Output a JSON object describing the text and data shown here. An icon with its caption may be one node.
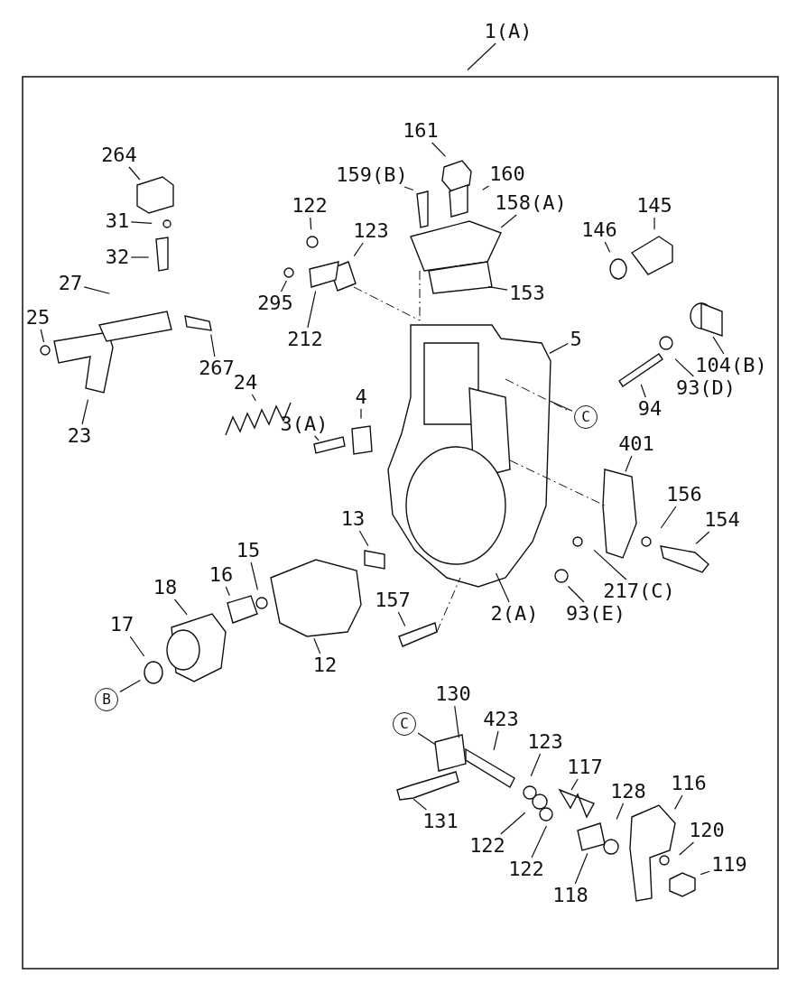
{
  "diagram": {
    "nodes": [
      {
        "text": [
          "1(A)"
        ]
      },
      {
        "text": [
          "161"
        ]
      },
      {
        "text": [
          "264"
        ]
      },
      {
        "text": [
          "159(B)"
        ]
      },
      {
        "text": [
          "160"
        ]
      },
      {
        "text": [
          "122"
        ]
      },
      {
        "text": [
          "145"
        ]
      },
      {
        "text": [
          "158(A)"
        ]
      },
      {
        "text": [
          "31"
        ]
      },
      {
        "text": [
          "123"
        ]
      },
      {
        "text": [
          "146"
        ]
      },
      {
        "text": [
          "32"
        ]
      },
      {
        "text": [
          "27"
        ]
      },
      {
        "text": [
          "153"
        ]
      },
      {
        "text": [
          "295"
        ]
      },
      {
        "text": [
          "25"
        ]
      },
      {
        "text": [
          "212"
        ]
      },
      {
        "text": [
          "5"
        ]
      },
      {
        "text": [
          "104(B)"
        ]
      },
      {
        "text": [
          "267"
        ]
      },
      {
        "text": [
          "93(D)"
        ]
      },
      {
        "text": [
          "24"
        ]
      },
      {
        "text": [
          "4"
        ]
      },
      {
        "text": [
          "94"
        ]
      },
      {
        "text": [
          "C"
        ]
      },
      {
        "text": [
          "3(A)"
        ]
      },
      {
        "text": [
          "23"
        ]
      },
      {
        "text": [
          "401"
        ]
      },
      {
        "text": [
          "156"
        ]
      },
      {
        "text": [
          "13"
        ]
      },
      {
        "text": [
          "154"
        ]
      },
      {
        "text": [
          "15"
        ]
      },
      {
        "text": [
          "16"
        ]
      },
      {
        "text": [
          "18"
        ]
      },
      {
        "text": [
          "217(C)"
        ]
      },
      {
        "text": [
          "157"
        ]
      },
      {
        "text": [
          "2(A)"
        ]
      },
      {
        "text": [
          "93(E)"
        ]
      },
      {
        "text": [
          "17"
        ]
      },
      {
        "text": [
          "12"
        ]
      },
      {
        "text": [
          "130"
        ]
      },
      {
        "text": [
          "B"
        ]
      },
      {
        "text": [
          "423"
        ]
      },
      {
        "text": [
          "C"
        ]
      },
      {
        "text": [
          "123"
        ]
      },
      {
        "text": [
          "117"
        ]
      },
      {
        "text": [
          "116"
        ]
      },
      {
        "text": [
          "128"
        ]
      },
      {
        "text": [
          "131"
        ]
      },
      {
        "text": [
          "120"
        ]
      },
      {
        "text": [
          "122"
        ]
      },
      {
        "text": [
          "119"
        ]
      },
      {
        "text": [
          "122"
        ]
      },
      {
        "text": [
          "118"
        ]
      }
    ],
    "edges": [
      {
        "from": 0,
        "to": null,
        "arrow": "none"
      },
      {
        "from": 1,
        "to": null,
        "arrow": "none"
      },
      {
        "from": 2,
        "to": null,
        "arrow": "none"
      },
      {
        "from": 3,
        "to": null,
        "arrow": "none"
      },
      {
        "from": 4,
        "to": null,
        "arrow": "none"
      },
      {
        "from": 5,
        "to": null,
        "arrow": "none"
      },
      {
        "from": 6,
        "to": null,
        "arrow": "none"
      },
      {
        "from": 7,
        "to": null,
        "arrow": "none"
      },
      {
        "from": 8,
        "to": null,
        "arrow": "none"
      },
      {
        "from": 9,
        "to": null,
        "arrow": "none"
      },
      {
        "from": 10,
        "to": null,
        "arrow": "none"
      },
      {
        "from": 11,
        "to": null,
        "arrow": "none"
      },
      {
        "from": 12,
        "to": null,
        "arrow": "none"
      },
      {
        "from": 13,
        "to": null,
        "arrow": "none"
      },
      {
        "from": 14,
        "to": null,
        "arrow": "none"
      },
      {
        "from": 15,
        "to": null,
        "arrow": "none"
      },
      {
        "from": 16,
        "to": null,
        "arrow": "none"
      },
      {
        "from": 17,
        "to": null,
        "arrow": "none"
      },
      {
        "from": 18,
        "to": null,
        "arrow": "none"
      },
      {
        "from": 19,
        "to": null,
        "arrow": "none"
      },
      {
        "from": 20,
        "to": null,
        "arrow": "none"
      },
      {
        "from": 21,
        "to": null,
        "arrow": "none"
      },
      {
        "from": 22,
        "to": null,
        "arrow": "none"
      },
      {
        "from": 23,
        "to": null,
        "arrow": "none"
      },
      {
        "from": 24,
        "to": null,
        "arrow": "none"
      },
      {
        "from": 25,
        "to": null,
        "arrow": "none"
      },
      {
        "from": 26,
        "to": null,
        "arrow": "none"
      },
      {
        "from": 27,
        "to": null,
        "arrow": "none"
      },
      {
        "from": 28,
        "to": null,
        "arrow": "none"
      },
      {
        "from": 29,
        "to": null,
        "arrow": "none"
      },
      {
        "from": 30,
        "to": null,
        "arrow": "none"
      },
      {
        "from": 31,
        "to": null,
        "arrow": "none"
      },
      {
        "from": 32,
        "to": null,
        "arrow": "none"
      },
      {
        "from": 33,
        "to": null,
        "arrow": "none"
      },
      {
        "from": 34,
        "to": null,
        "arrow": "none"
      },
      {
        "from": 35,
        "to": null,
        "arrow": "none"
      },
      {
        "from": 36,
        "to": null,
        "arrow": "none"
      },
      {
        "from": 37,
        "to": null,
        "arrow": "none"
      },
      {
        "from": 38,
        "to": null,
        "arrow": "none"
      },
      {
        "from": 39,
        "to": null,
        "arrow": "none"
      },
      {
        "from": 40,
        "to": null,
        "arrow": "none"
      },
      {
        "from": 41,
        "to": null,
        "arrow": "none"
      },
      {
        "from": 42,
        "to": null,
        "arrow": "none"
      },
      {
        "from": 43,
        "to": null,
        "arrow": "none"
      },
      {
        "from": 44,
        "to": null,
        "arrow": "none"
      },
      {
        "from": 45,
        "to": null,
        "arrow": "none"
      },
      {
        "from": 46,
        "to": null,
        "arrow": "none"
      },
      {
        "from": 47,
        "to": null,
        "arrow": "none"
      },
      {
        "from": 48,
        "to": null,
        "arrow": "none"
      },
      {
        "from": 49,
        "to": null,
        "arrow": "none"
      },
      {
        "from": 50,
        "to": null,
        "arrow": "none"
      },
      {
        "from": 51,
        "to": null,
        "arrow": "none"
      },
      {
        "from": 52,
        "to": null,
        "arrow": "none"
      },
      {
        "from": 53,
        "to": null,
        "arrow": "none"
      }
    ]
  }
}
